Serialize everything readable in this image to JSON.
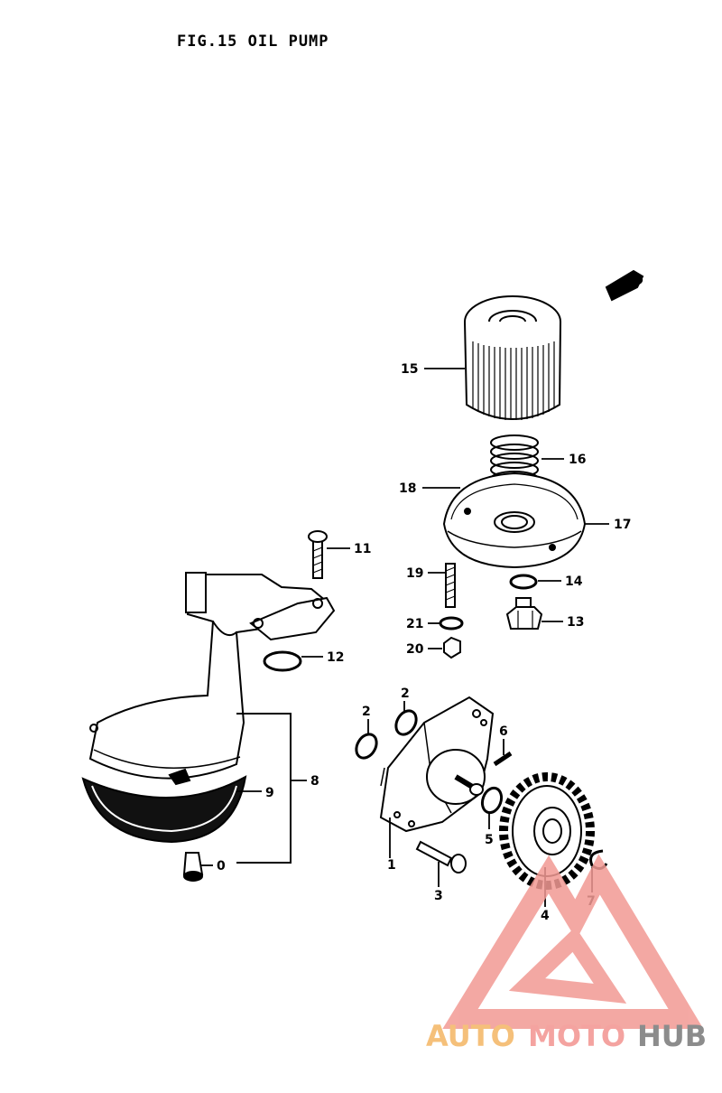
{
  "figure": {
    "title": "FIG.15  OIL PUMP",
    "fwd_tag": "FWD"
  },
  "callouts": [
    "1",
    "2",
    "2",
    "3",
    "4",
    "5",
    "6",
    "7",
    "8",
    "9",
    "0",
    "11",
    "12",
    "13",
    "14",
    "15",
    "16",
    "17",
    "18",
    "19",
    "20",
    "21"
  ],
  "watermark": {
    "part1": "AUTO",
    "part2": "MOTO",
    "part3": "HUB",
    "colors": {
      "auto": "#f5c07a",
      "moto": "#f4a3a0",
      "hub": "#8c8c8c",
      "logo": "#f29a94"
    }
  }
}
